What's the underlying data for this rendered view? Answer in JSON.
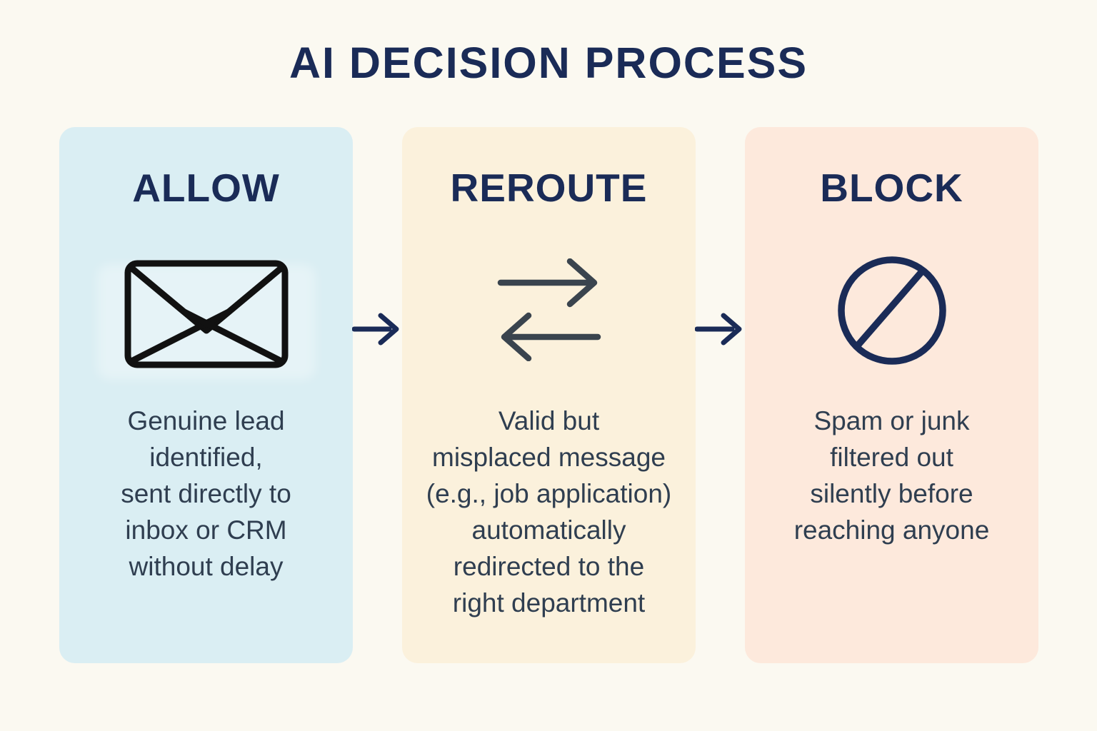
{
  "title": "AI DECISION PROCESS",
  "colors": {
    "page_bg": "#fbf9f1",
    "navy": "#1a2b57",
    "body_text": "#2f3e50",
    "envelope_icon": "#111111",
    "swap_icon": "#3a444e",
    "card_allow_bg": "#daeef3",
    "card_reroute_bg": "#fbf1dc",
    "card_block_bg": "#fde9dc"
  },
  "cards": [
    {
      "label": "ALLOW",
      "icon": "envelope-icon",
      "body": "Genuine lead\nidentified,\nsent directly to\ninbox or CRM\nwithout delay"
    },
    {
      "label": "REROUTE",
      "icon": "swap-arrows-icon",
      "body": "Valid but\nmisplaced message\n(e.g., job application)\nautomatically\nredirected to the\nright department"
    },
    {
      "label": "BLOCK",
      "icon": "prohibition-icon",
      "body": "Spam or junk\nfiltered out\nsilently before\nreaching anyone"
    }
  ],
  "connectors": [
    {
      "name": "arrow-right-1"
    },
    {
      "name": "arrow-right-2"
    }
  ]
}
